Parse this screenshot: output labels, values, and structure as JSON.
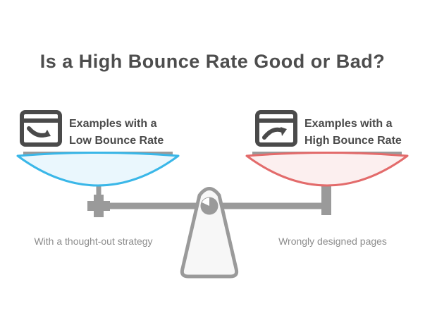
{
  "title": "Is a High Bounce Rate Good or Bad?",
  "left": {
    "icon": "webpage-arrow-down-icon",
    "label_line1": "Examples with a",
    "label_line2": "Low Bounce Rate",
    "caption": "With a thought-out strategy"
  },
  "right": {
    "icon": "webpage-arrow-up-icon",
    "label_line1": "Examples with a",
    "label_line2": "High Bounce Rate",
    "caption": "Wrongly designed pages"
  },
  "colors": {
    "metal": "#9a9a9a",
    "fulcrum_fill": "#f7f7f7",
    "left_pan_stroke": "#3ab7e8",
    "left_pan_fill": "#eaf7fd",
    "right_pan_stroke": "#e36b6b",
    "right_pan_fill": "#fcefef",
    "text_dark": "#4a4a4a",
    "caption_gray": "#8c8c8c",
    "title_color": "#4d4d4d"
  }
}
